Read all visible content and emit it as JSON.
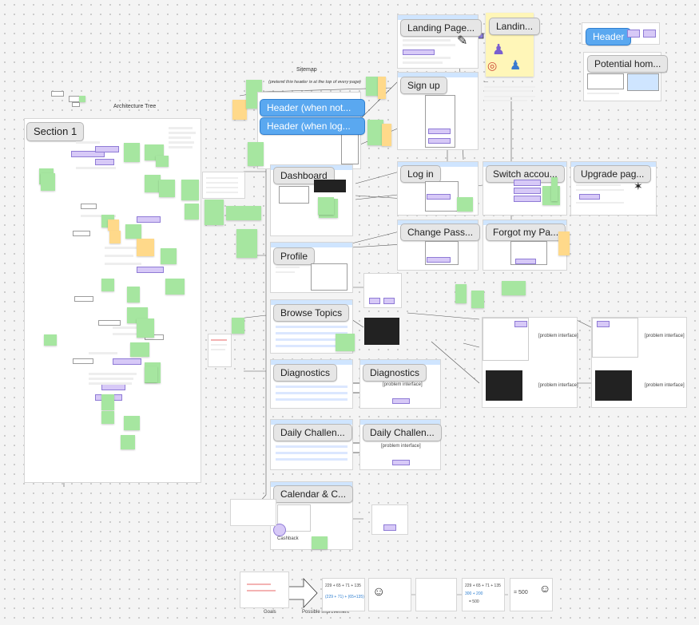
{
  "sitemap": {
    "title": "Sitemap",
    "header_note": "(pretend this header is at the top of every page)",
    "architecture_title": "Architecture Tree",
    "section_label": "Section 1",
    "pages": {
      "landing_page": "Landing Page...",
      "landing_sketch": "Landin...",
      "header": "Header",
      "potential_home": "Potential hom...",
      "sign_up": "Sign up",
      "header_not": "Header (when not...",
      "header_log": "Header (when log...",
      "dashboard": "Dashboard",
      "log_in": "Log in",
      "switch_account": "Switch accou...",
      "upgrade_page": "Upgrade pag...",
      "change_password": "Change Pass...",
      "forgot_password": "Forgot my Pa...",
      "profile": "Profile",
      "browse_topics": "Browse Topics",
      "diagnostics_a": "Diagnostics",
      "diagnostics_b": "Diagnostics",
      "daily_challenge_a": "Daily Challen...",
      "daily_challenge_b": "Daily Challen...",
      "calendar": "Calendar & C..."
    },
    "labels": {
      "problem_interface": "[problem interface]",
      "possible_improvement": "Possible improvement",
      "goals": "Goals",
      "cashback": "Cashback"
    },
    "math": {
      "eq1": "229 + 65 + 71 + 135",
      "eq2": "(229 + 71) + (65+135)",
      "sum": "= 500",
      "partial1": "300 + 200",
      "partial2": "= 500"
    },
    "colors": {
      "canvas": "#f4f4f4",
      "sticky_green": "#a6e6a0",
      "sticky_yellow": "#ffd98a",
      "header_blue": "#5aa8f0",
      "frame_bar": "#cfe5ff",
      "accent_purple": "#d7c9f7"
    }
  }
}
